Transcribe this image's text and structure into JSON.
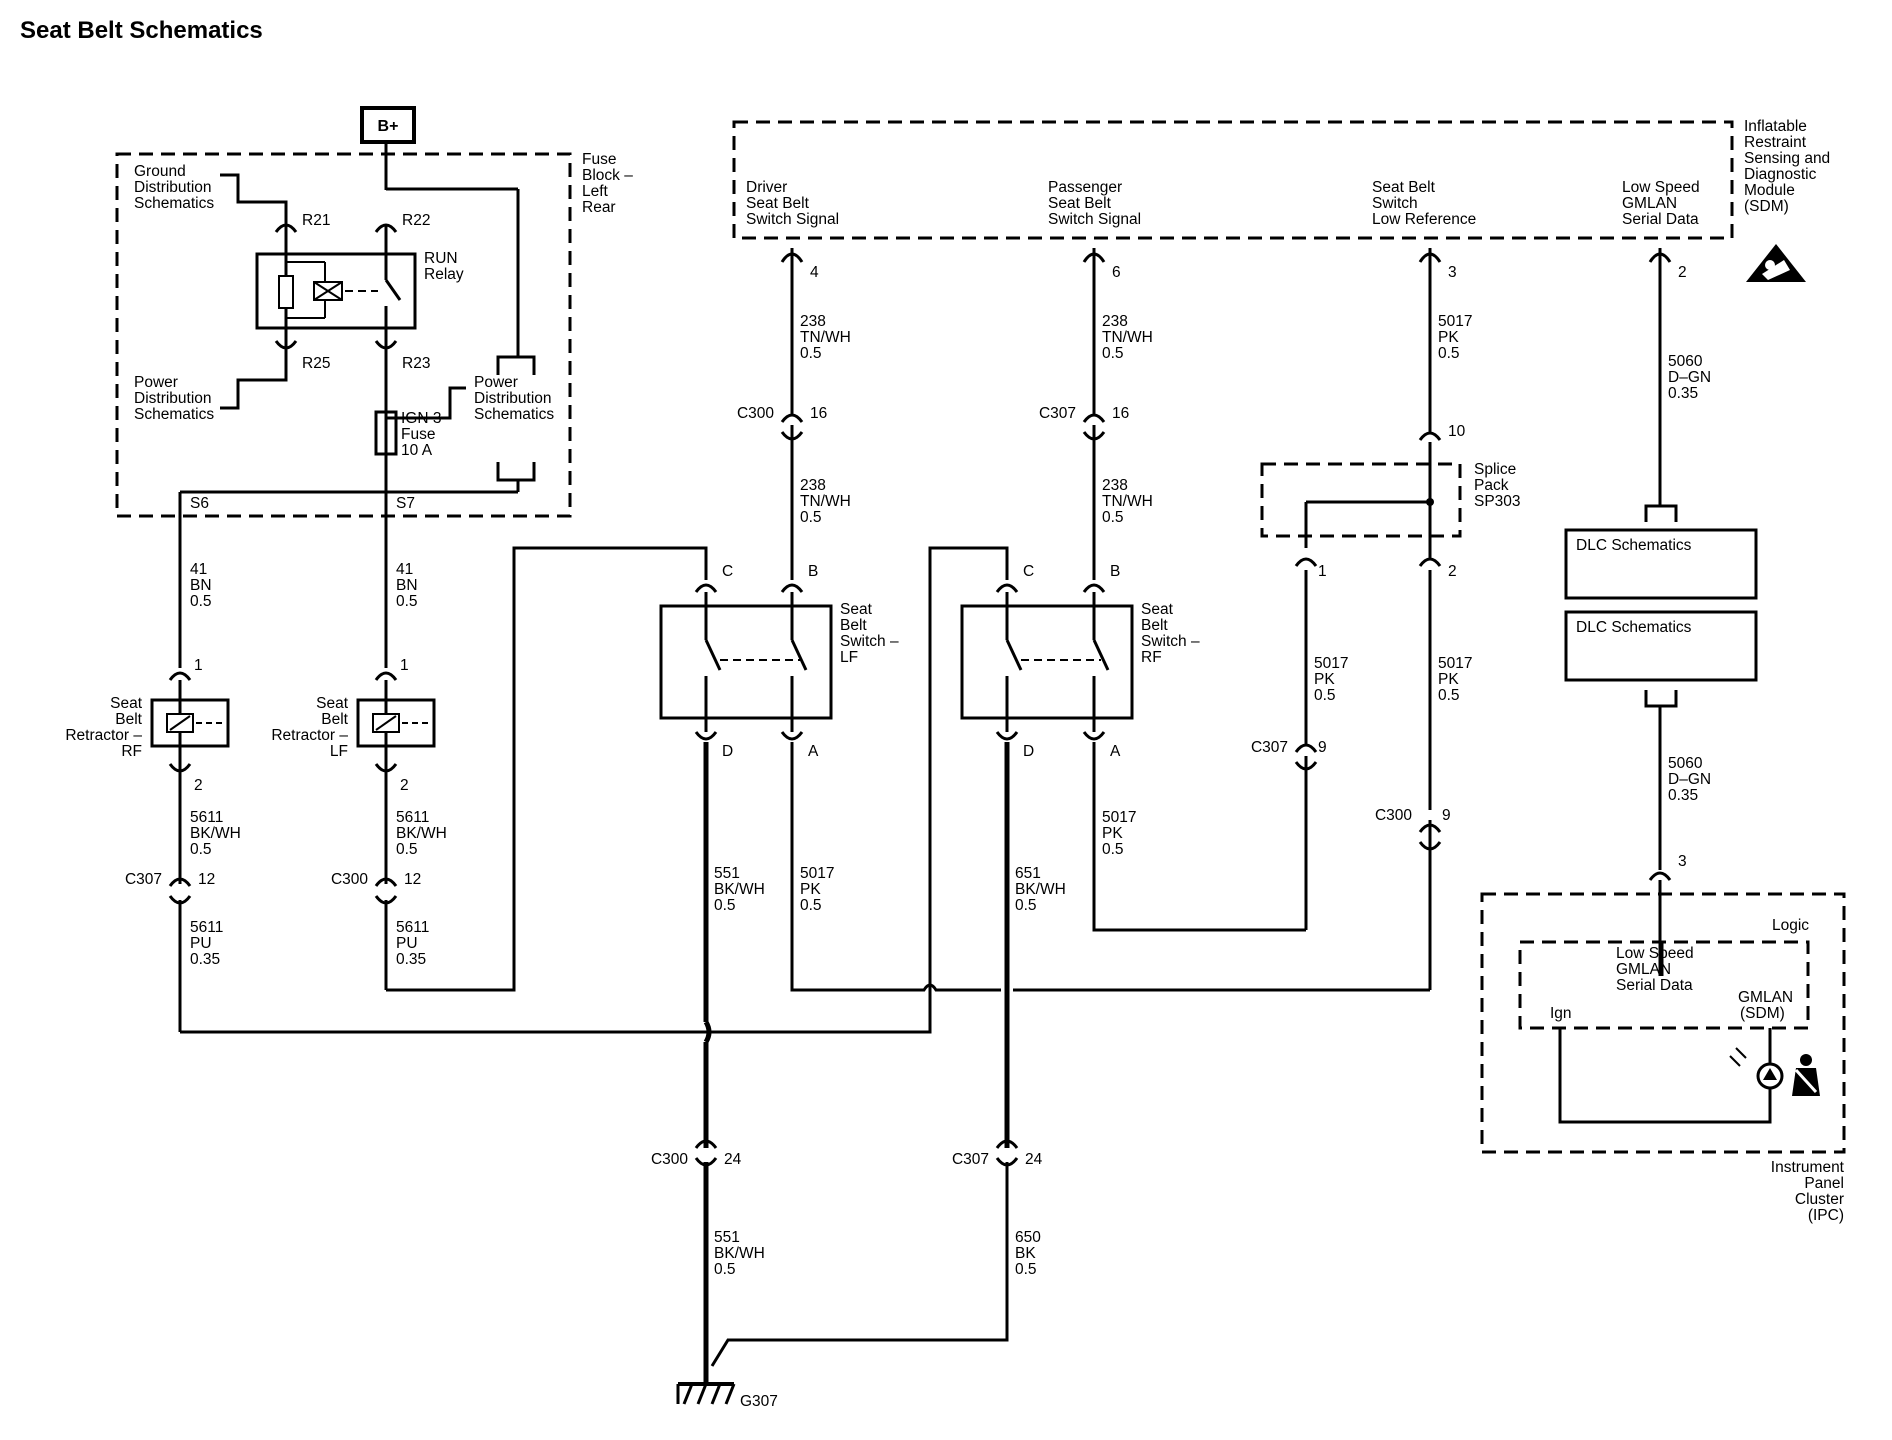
{
  "title": "Seat Belt Schematics",
  "supply": "B+",
  "fuse_block": {
    "name": [
      "Fuse",
      "Block –",
      "Left",
      "Rear"
    ],
    "ground_dist": [
      "Ground",
      "Distribution",
      "Schematics"
    ],
    "power_dist_left": [
      "Power",
      "Distribution",
      "Schematics"
    ],
    "power_dist_right": [
      "Power",
      "Distribution",
      "Schematics"
    ],
    "relay": [
      "RUN",
      "Relay"
    ],
    "terminals": {
      "r21": "R21",
      "r22": "R22",
      "r25": "R25",
      "r23": "R23"
    },
    "fuse": [
      "IGN 3",
      "Fuse",
      "10 A"
    ],
    "splices": {
      "s6": "S6",
      "s7": "S7"
    }
  },
  "sdm": {
    "name": [
      "Inflatable",
      "Restraint",
      "Sensing and",
      "Diagnostic",
      "Module",
      "(SDM)"
    ],
    "driver_signal": [
      "Driver",
      "Seat Belt",
      "Switch Signal"
    ],
    "passenger_signal": [
      "Passenger",
      "Seat Belt",
      "Switch Signal"
    ],
    "low_ref": [
      "Seat Belt",
      "Switch",
      "Low Reference"
    ],
    "gmlan": [
      "Low Speed",
      "GMLAN",
      "Serial Data"
    ],
    "pins": {
      "driver": "4",
      "passenger": "6",
      "low_ref": "3",
      "gmlan": "2"
    }
  },
  "wires": {
    "w238_lf_top": [
      "238",
      "TN/WH",
      "0.5"
    ],
    "w238_lf_mid": [
      "238",
      "TN/WH",
      "0.5"
    ],
    "w238_rf_top": [
      "238",
      "TN/WH",
      "0.5"
    ],
    "w238_rf_mid": [
      "238",
      "TN/WH",
      "0.5"
    ],
    "w5017_top": [
      "5017",
      "PK",
      "0.5"
    ],
    "w5060_top": [
      "5060",
      "D–GN",
      "0.35"
    ],
    "w5060_bot": [
      "5060",
      "D–GN",
      "0.35"
    ],
    "w41_s6": [
      "41",
      "BN",
      "0.5"
    ],
    "w41_s7": [
      "41",
      "BN",
      "0.5"
    ],
    "w5611_rf": [
      "5611",
      "BK/WH",
      "0.5"
    ],
    "w5611_lf": [
      "5611",
      "BK/WH",
      "0.5"
    ],
    "w5611pu_rf": [
      "5611",
      "PU",
      "0.35"
    ],
    "w5611pu_lf": [
      "5611",
      "PU",
      "0.35"
    ],
    "w551_lf": [
      "551",
      "BK/WH",
      "0.5"
    ],
    "w5017_lf": [
      "5017",
      "PK",
      "0.5"
    ],
    "w651_rf": [
      "651",
      "BK/WH",
      "0.5"
    ],
    "w5017_rf": [
      "5017",
      "PK",
      "0.5"
    ],
    "w5017_sp1": [
      "5017",
      "PK",
      "0.5"
    ],
    "w5017_sp2": [
      "5017",
      "PK",
      "0.5"
    ],
    "w551_bot": [
      "551",
      "BK/WH",
      "0.5"
    ],
    "w650_bot": [
      "650",
      "BK",
      "0.5"
    ]
  },
  "connectors": {
    "c300_16": {
      "name": "C300",
      "pin": "16"
    },
    "c307_16": {
      "name": "C307",
      "pin": "16"
    },
    "c307_12": {
      "name": "C307",
      "pin": "12"
    },
    "c300_12": {
      "name": "C300",
      "pin": "12"
    },
    "c307_9": {
      "name": "C307",
      "pin": "9"
    },
    "c300_9": {
      "name": "C300",
      "pin": "9"
    },
    "c300_24": {
      "name": "C300",
      "pin": "24"
    },
    "c307_24": {
      "name": "C307",
      "pin": "24"
    },
    "splice_pin_10": "10",
    "splice_pin_1": "1",
    "splice_pin_2": "2",
    "retractor_pin_1": "1",
    "retractor_pin_2": "2",
    "ipc_pin_3": "3"
  },
  "splice_pack": [
    "Splice",
    "Pack",
    "SP303"
  ],
  "switch_lf": {
    "name": [
      "Seat",
      "Belt",
      "Switch –",
      "LF"
    ],
    "pins": {
      "c": "C",
      "b": "B",
      "d": "D",
      "a": "A"
    }
  },
  "switch_rf": {
    "name": [
      "Seat",
      "Belt",
      "Switch –",
      "RF"
    ],
    "pins": {
      "c": "C",
      "b": "B",
      "d": "D",
      "a": "A"
    }
  },
  "retractor_rf": [
    "Seat",
    "Belt",
    "Retractor –",
    "RF"
  ],
  "retractor_lf": [
    "Seat",
    "Belt",
    "Retractor –",
    "LF"
  ],
  "dlc": [
    "DLC Schematics",
    "DLC Schematics"
  ],
  "ipc": {
    "name": [
      "Instrument",
      "Panel",
      "Cluster",
      "(IPC)"
    ],
    "logic": "Logic",
    "gmlan": [
      "Low Speed",
      "GMLAN",
      "Serial Data"
    ],
    "ign": "Ign",
    "gmlan_sdm": [
      "GMLAN",
      "(SDM)"
    ]
  },
  "ground": "G307"
}
